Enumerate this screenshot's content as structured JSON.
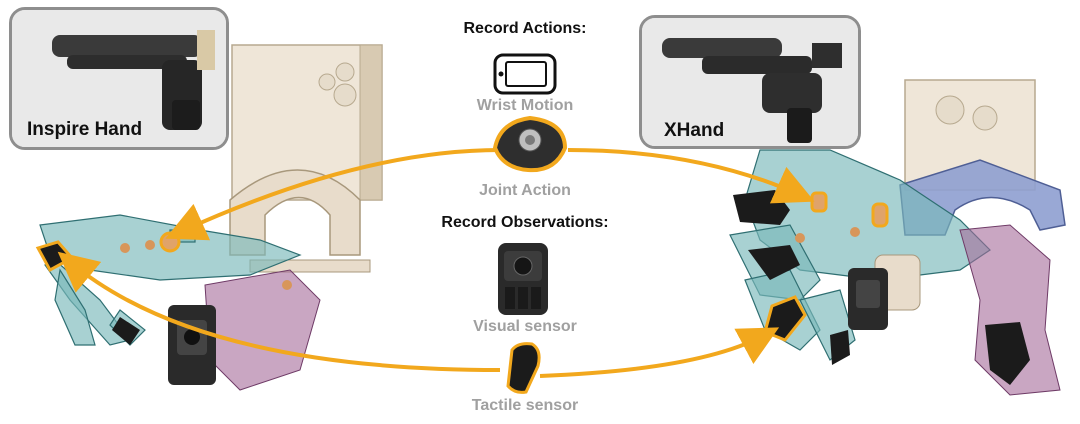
{
  "left_hand": {
    "name": "Inspire Hand"
  },
  "right_hand": {
    "name": "XHand"
  },
  "center": {
    "actions_heading": "Record Actions:",
    "wrist_motion": "Wrist Motion",
    "joint_action": "Joint Action",
    "observations_heading": "Record Observations:",
    "visual_sensor": "Visual sensor",
    "tactile_sensor": "Tactile sensor"
  },
  "colors": {
    "arrow": "#f2a81d",
    "teal": "#5fa6a8",
    "mount_beige": "#e8dccb",
    "mount_blue": "#8e9fd0",
    "purple": "#9a5a8e",
    "frame_gray": "#8e8e8e",
    "label_gray": "#a0a0a0"
  }
}
